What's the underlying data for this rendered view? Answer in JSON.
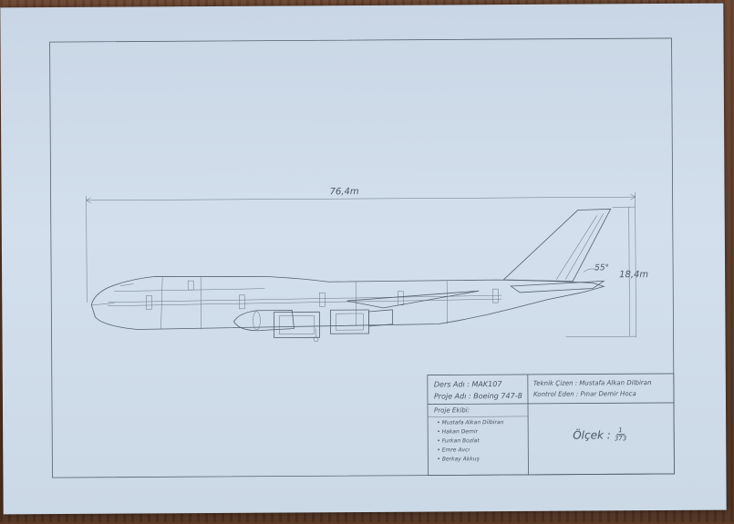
{
  "drawing": {
    "length_dimension": "76,4m",
    "height_dimension": "18,4m",
    "angle_label": "55°"
  },
  "title_block": {
    "course_name": "Ders Adı : MAK107",
    "project_name": "Proje Adı : Boeing 747-8",
    "team_heading": "Proje Ekibi:",
    "members": [
      "• Mustafa Alkan Dilbiran",
      "• Hakan Demir",
      "• Furkan Bozlat",
      "• Emre Avcı",
      "• Berkay Akkuş"
    ],
    "technical_drawer": "Teknik Çizen : Mustafa Alkan Dilbiran",
    "checked_by": "Kontrol Eden : Pınar Demir Hoca",
    "scale_label": "Ölçek :",
    "scale_numerator": "1",
    "scale_denominator": "373"
  }
}
